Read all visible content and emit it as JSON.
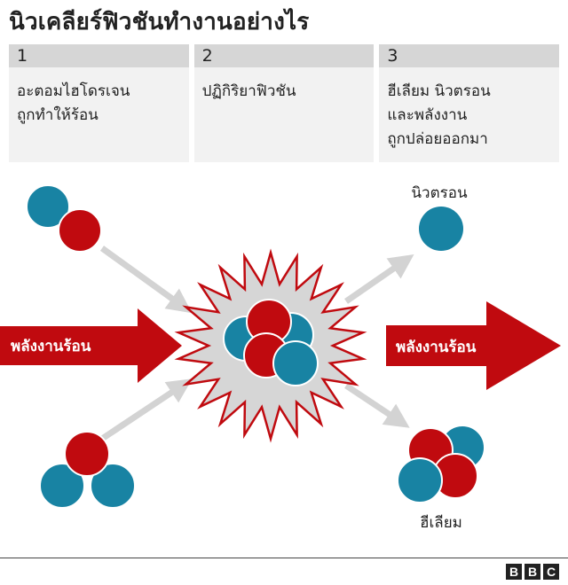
{
  "title": "นิวเคลียร์ฟิวชันทำงานอย่างไร",
  "steps": [
    {
      "number": "1",
      "text": "อะตอมไฮโดรเจน\nถูกทำให้ร้อน"
    },
    {
      "number": "2",
      "text": "ปฏิกิริยาฟิวชัน"
    },
    {
      "number": "3",
      "text": "ฮีเลียม นิวตรอน\nและพลังงาน\nถูกปล่อยออกมา"
    }
  ],
  "labels": {
    "heat_in": "พลังงานร้อน",
    "heat_out": "พลังงานร้อน",
    "neutron": "นิวตรอน",
    "helium": "ฮีเลียม"
  },
  "colors": {
    "proton_red": "#c00a0f",
    "neutron_teal": "#1883a3",
    "arrow_gray": "#d3d3d3",
    "burst_fill": "#d6d6d6",
    "burst_stroke": "#c00a0f"
  },
  "logo": [
    "B",
    "B",
    "C"
  ]
}
